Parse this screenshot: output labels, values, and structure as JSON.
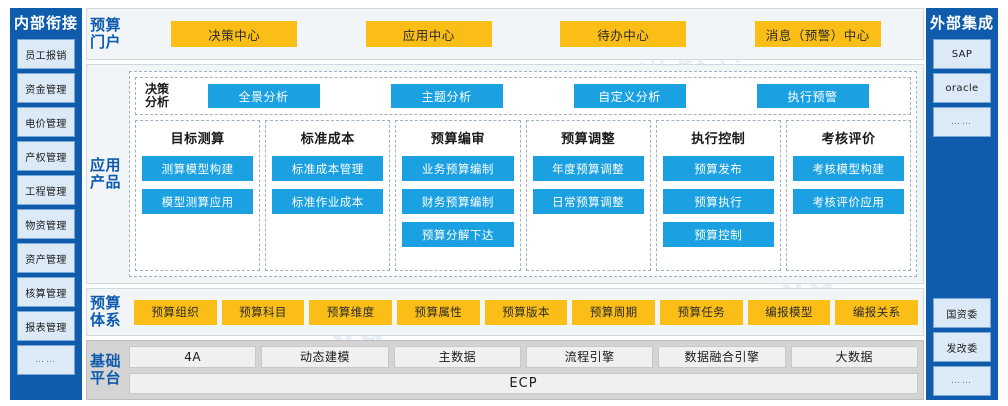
{
  "watermarks": [
    "远光软件",
    "ygsoft"
  ],
  "colors": {
    "rail_blue": "#0f5cad",
    "orange": "#fabe16",
    "blue_button": "#1ba1e2",
    "band_bg": "#f2f5f8",
    "base_bg": "#d4d4d4"
  },
  "left_rail": {
    "title": "内部衔接",
    "items": [
      {
        "label": "员工报销"
      },
      {
        "label": "资金管理"
      },
      {
        "label": "电价管理"
      },
      {
        "label": "产权管理"
      },
      {
        "label": "工程管理"
      },
      {
        "label": "物资管理"
      },
      {
        "label": "资产管理"
      },
      {
        "label": "核算管理"
      },
      {
        "label": "报表管理"
      },
      {
        "label": "……"
      }
    ]
  },
  "right_rail": {
    "title": "外部集成",
    "top_items": [
      {
        "label": "SAP"
      },
      {
        "label": "oracle"
      },
      {
        "label": "……"
      }
    ],
    "bottom_items": [
      {
        "label": "国资委"
      },
      {
        "label": "发改委"
      },
      {
        "label": "……"
      }
    ]
  },
  "portal": {
    "label": "预算门户",
    "items": [
      {
        "label": "决策中心"
      },
      {
        "label": "应用中心"
      },
      {
        "label": "待办中心"
      },
      {
        "label": "消息（预警）中心"
      }
    ]
  },
  "apps": {
    "label": "应用产品",
    "analysis": {
      "title": "决策分析",
      "items": [
        {
          "label": "全景分析"
        },
        {
          "label": "主题分析"
        },
        {
          "label": "自定义分析"
        },
        {
          "label": "执行预警"
        }
      ]
    },
    "modules": [
      {
        "title": "目标测算",
        "items": [
          {
            "label": "测算模型构建"
          },
          {
            "label": "模型测算应用"
          }
        ]
      },
      {
        "title": "标准成本",
        "items": [
          {
            "label": "标准成本管理"
          },
          {
            "label": "标准作业成本"
          }
        ]
      },
      {
        "title": "预算编审",
        "items": [
          {
            "label": "业务预算编制"
          },
          {
            "label": "财务预算编制"
          },
          {
            "label": "预算分解下达"
          }
        ]
      },
      {
        "title": "预算调整",
        "items": [
          {
            "label": "年度预算调整"
          },
          {
            "label": "日常预算调整"
          }
        ]
      },
      {
        "title": "执行控制",
        "items": [
          {
            "label": "预算发布"
          },
          {
            "label": "预算执行"
          },
          {
            "label": "预算控制"
          }
        ]
      },
      {
        "title": "考核评价",
        "items": [
          {
            "label": "考核模型构建"
          },
          {
            "label": "考核评价应用"
          }
        ]
      }
    ]
  },
  "system": {
    "label": "预算体系",
    "items": [
      {
        "label": "预算组织"
      },
      {
        "label": "预算科目"
      },
      {
        "label": "预算维度"
      },
      {
        "label": "预算属性"
      },
      {
        "label": "预算版本"
      },
      {
        "label": "预算周期"
      },
      {
        "label": "预算任务"
      },
      {
        "label": "编报模型"
      },
      {
        "label": "编报关系"
      }
    ]
  },
  "base": {
    "label": "基础平台",
    "items": [
      {
        "label": "4A"
      },
      {
        "label": "动态建模"
      },
      {
        "label": "主数据"
      },
      {
        "label": "流程引擎"
      },
      {
        "label": "数据融合引擎"
      },
      {
        "label": "大数据"
      }
    ],
    "footer": {
      "label": "ECP"
    }
  }
}
